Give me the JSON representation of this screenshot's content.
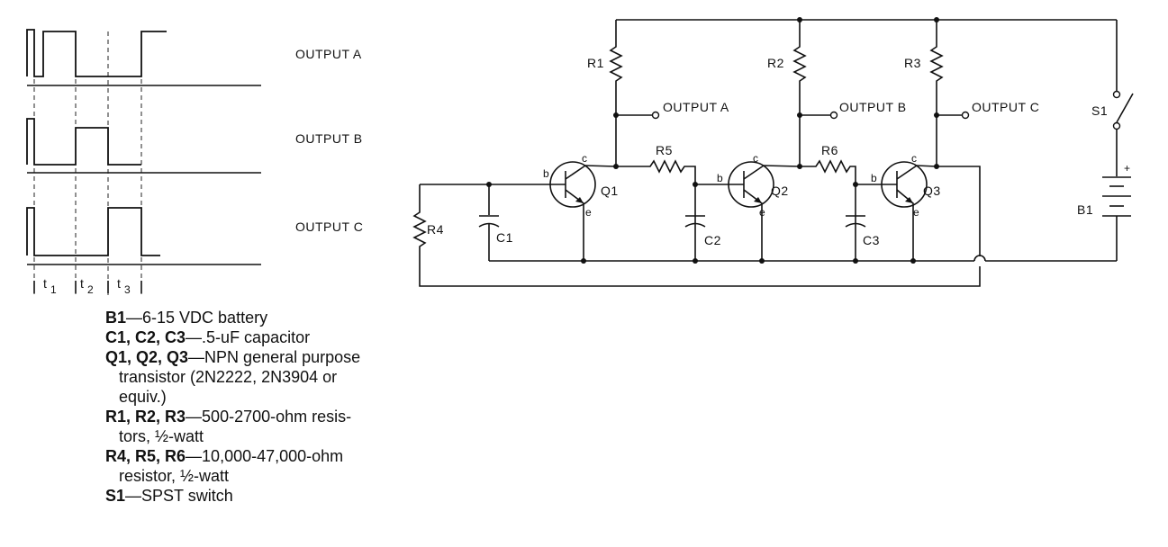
{
  "timing": {
    "output_a_label": "OUTPUT A",
    "output_b_label": "OUTPUT B",
    "output_c_label": "OUTPUT C",
    "t1": "t",
    "t1_sub": "1",
    "t2": "t",
    "t2_sub": "2",
    "t3": "t",
    "t3_sub": "3"
  },
  "schematic": {
    "r1": "R1",
    "r2": "R2",
    "r3": "R3",
    "r4": "R4",
    "r5": "R5",
    "r6": "R6",
    "c1": "C1",
    "c2": "C2",
    "c3": "C3",
    "q1": "Q1",
    "q2": "Q2",
    "q3": "Q3",
    "s1": "S1",
    "b1": "B1",
    "out_a": "OUTPUT A",
    "out_b": "OUTPUT B",
    "out_c": "OUTPUT C",
    "pin_b": "b",
    "pin_c": "c",
    "pin_e": "e",
    "plus": "+"
  },
  "parts_list": [
    {
      "ref": "B1",
      "text": "—6-15 VDC battery"
    },
    {
      "ref": "C1, C2, C3",
      "text": "—.5-uF capacitor"
    },
    {
      "ref": "Q1, Q2, Q3",
      "text": "—NPN general purpose"
    },
    {
      "ref": "",
      "text": "transistor (2N2222, 2N3904 or",
      "cont": true
    },
    {
      "ref": "",
      "text": "equiv.)",
      "cont": true
    },
    {
      "ref": "R1, R2, R3",
      "text": "—500-2700-ohm resis-"
    },
    {
      "ref": "",
      "text": "tors, ½-watt",
      "cont": true
    },
    {
      "ref": "R4, R5, R6",
      "text": "—10,000-47,000-ohm"
    },
    {
      "ref": "",
      "text": "resistor, ½-watt",
      "cont": true
    },
    {
      "ref": "S1",
      "text": "—SPST switch"
    }
  ]
}
